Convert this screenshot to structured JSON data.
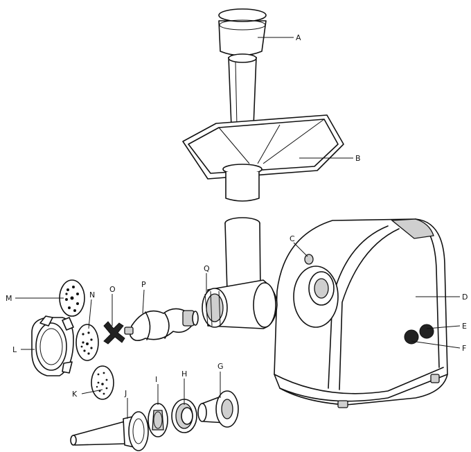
{
  "labels": {
    "A": "A",
    "B": "B",
    "C": "C",
    "D": "D",
    "E": "E",
    "F": "F",
    "G": "G",
    "H": "H",
    "I": "I",
    "J": "J",
    "K": "K",
    "L": "L",
    "M": "M",
    "N": "N",
    "O": "O",
    "P": "P",
    "Q": "Q"
  }
}
